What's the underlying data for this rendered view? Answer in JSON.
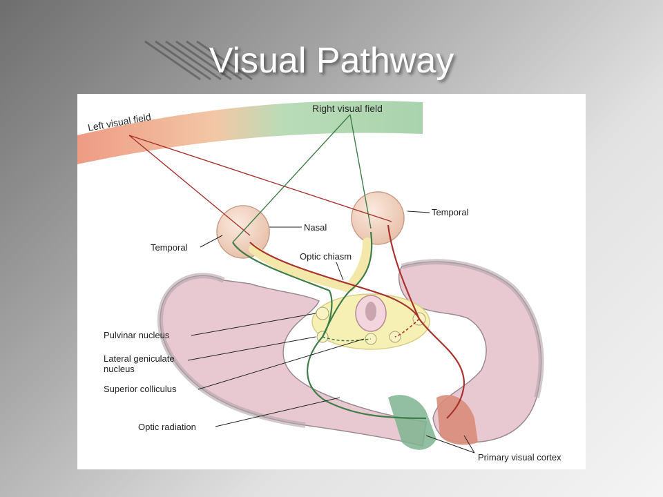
{
  "slide": {
    "title": "Visual Pathway"
  },
  "diagram": {
    "fields": {
      "left": "Left visual field",
      "right": "Right visual field"
    },
    "labels": {
      "temporal_right": "Temporal",
      "nasal": "Nasal",
      "temporal_left": "Temporal",
      "optic_chiasm": "Optic chiasm",
      "pulvinar": "Pulvinar nucleus",
      "lgn_line1": "Lateral geniculate",
      "lgn_line2": "nucleus",
      "superior_colliculus": "Superior colliculus",
      "optic_radiation": "Optic radiation",
      "primary_visual_cortex": "Primary visual cortex"
    },
    "colors": {
      "left_field_path": "#a8322e",
      "right_field_path": "#3f7d4a",
      "brain_tissue": "#e8c9d2",
      "eye": "#f1d6c8",
      "thalamus": "#f6f0b4"
    }
  }
}
